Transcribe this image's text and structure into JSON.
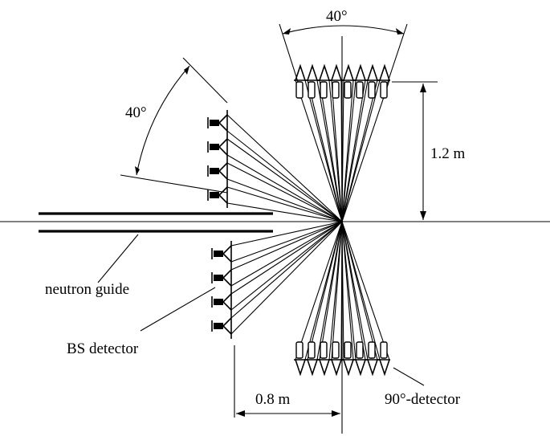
{
  "labels": {
    "angle_top": "40°",
    "angle_left": "40°",
    "distance_vertical": "1.2 m",
    "distance_horizontal": "0.8 m",
    "neutron_guide": "neutron guide",
    "bs_detector": "BS detector",
    "detector_90": "90°-detector"
  }
}
